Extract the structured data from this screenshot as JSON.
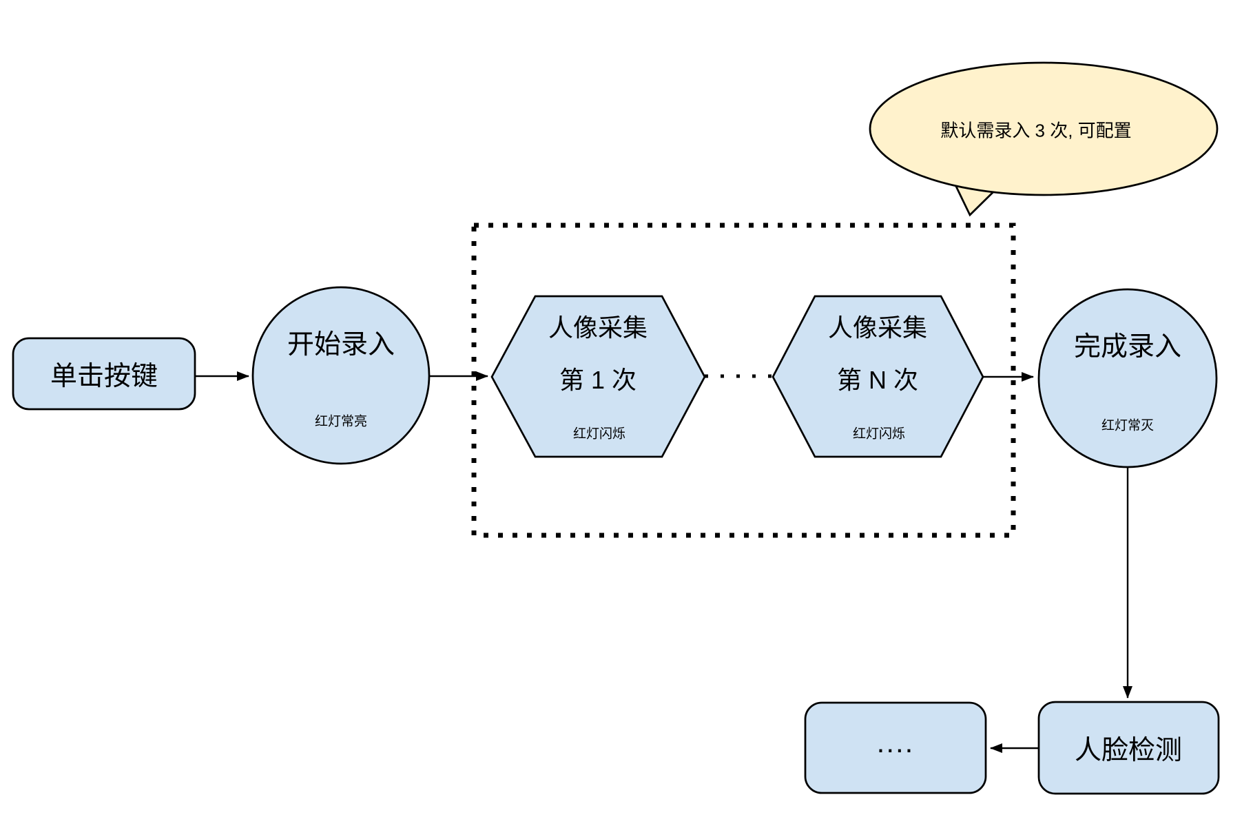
{
  "colors": {
    "background": "#FFFFFF",
    "shape_fill": "#CFE2F3",
    "stroke": "#000000",
    "callout_fill": "#FFF2CC"
  },
  "nodes": {
    "click_button": {
      "label": "单击按键"
    },
    "start_entry": {
      "label": "开始录入",
      "status": "红灯常亮"
    },
    "capture_first": {
      "line1": "人像采集",
      "line2": "第 1 次",
      "status": "红灯闪烁"
    },
    "capture_nth": {
      "line1": "人像采集",
      "line2": "第 N 次",
      "status": "红灯闪烁"
    },
    "finish_entry": {
      "label": "完成录入",
      "status": "红灯常灭"
    },
    "face_detection": {
      "label": "人脸检测"
    },
    "more_steps": {
      "label": "...."
    }
  },
  "callout": {
    "text": "默认需录入 3 次, 可配置"
  }
}
